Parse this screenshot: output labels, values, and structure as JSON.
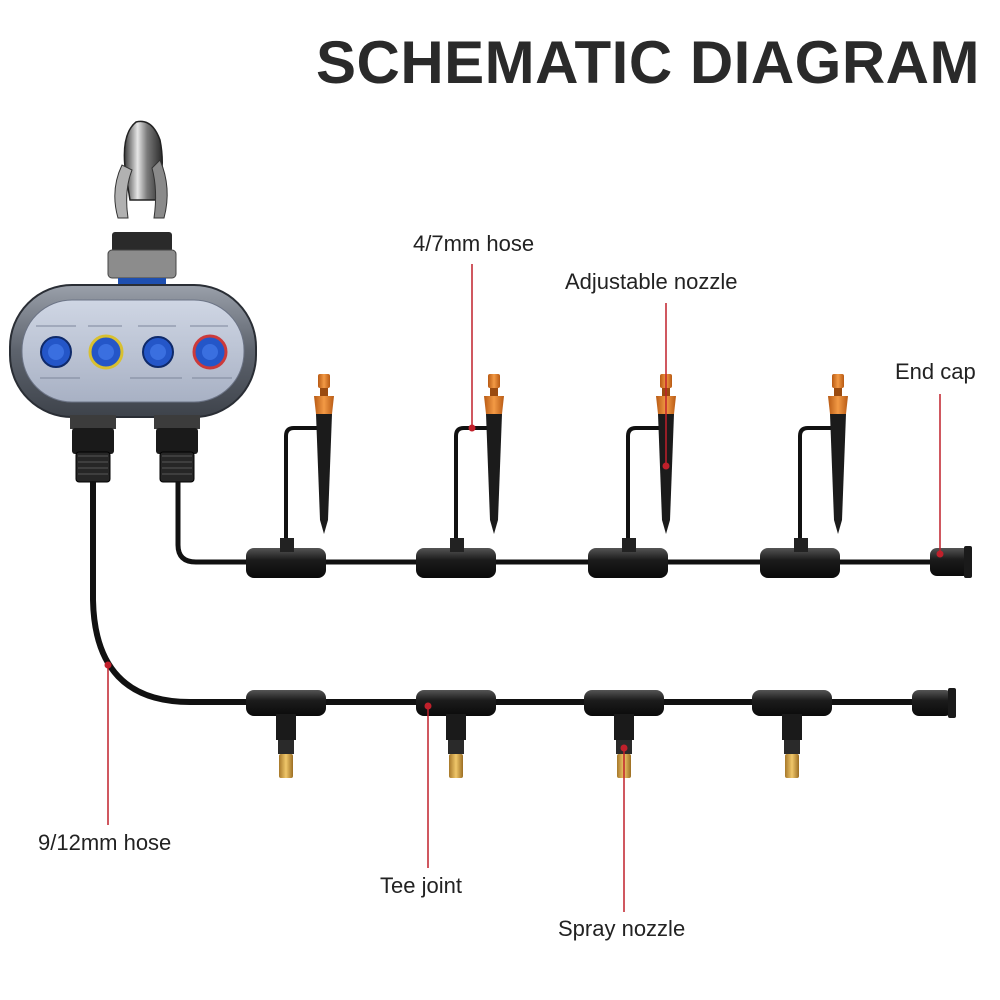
{
  "title": "SCHEMATIC DIAGRAM",
  "labels": {
    "hose_4_7": "4/7mm hose",
    "adjustable_nozzle": "Adjustable nozzle",
    "end_cap": "End cap",
    "hose_9_12": "9/12mm hose",
    "tee_joint": "Tee joint",
    "spray_nozzle": "Spray nozzle"
  },
  "colors": {
    "hose": "#111111",
    "callout": "#c0202b",
    "nozzle_orange": "#e8832a",
    "brass": "#d9a94a",
    "timer_body": "#6a6f7a",
    "dial_blue": "#2456c8"
  }
}
